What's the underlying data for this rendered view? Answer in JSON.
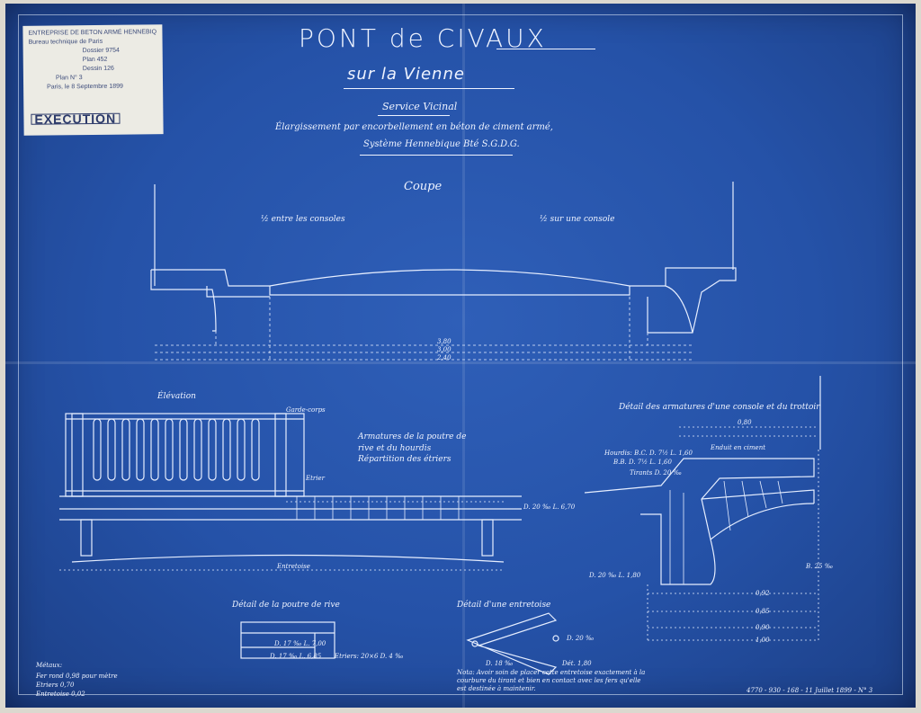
{
  "stamp": {
    "lines": [
      "ENTREPRISE DE BETON ARMÉ HENNEBIQUE",
      "Bureau technique de Paris",
      "Dossier 9754",
      "Plan 452",
      "Dessin 126",
      "Plan N° 3",
      "Paris, le 8 Septembre 1899"
    ],
    "status": "EXECUTION"
  },
  "header": {
    "title": "PONT de CIVAUX",
    "subtitle": "sur la Vienne",
    "service": "Service Vicinal",
    "description_line1": "Élargissement par encorbellement en béton de ciment armé,",
    "description_line2": "Système Hennebique Bté S.G.D.G."
  },
  "section": {
    "title": "Coupe",
    "left_label": "½ entre les consoles",
    "right_label": "½ sur une console",
    "dims": [
      "3,80",
      "3,00",
      "2,40"
    ]
  },
  "elevation": {
    "title": "Élévation",
    "label_armatures": "Armatures de la poutre de rive et du hourdis",
    "label_repartition": "Répartition des étriers",
    "label_entretoise": "Entretoise",
    "dim_bar": "D. 20 ‰ L. 6,70",
    "tag_etrier": "Etrier",
    "tag_garde": "Garde-corps"
  },
  "detail_console": {
    "title": "Détail des armatures d'une console et du trottoir",
    "label_enduit": "Enduit en ciment",
    "label_hourdis": "Hourdis: B.C. D. 7½ L. 1,60",
    "label_bb": "B.B. D. 7½ L. 1,60",
    "label_tirants": "Tirants D. 20 ‰",
    "dim_top": "0,80",
    "dim_d": "D. 20 ‰ L. 1,80",
    "dim_b": "B. 25 ‰",
    "dims_bottom": [
      "0,92",
      "0,85",
      "0,90",
      "1,00"
    ]
  },
  "detail_poutre": {
    "title": "Détail de la poutre de rive",
    "a": "D. 17 ‰ L. 7,00",
    "b": "D. 17 ‰ L. 6,85",
    "c": "Etriers: 20×6 D. 4 ‰"
  },
  "detail_entretoise": {
    "title": "Détail d'une entretoise",
    "d1": "D. 20 ‰",
    "d2": "D. 18 ‰",
    "d3": "Dét. 1,80",
    "note": "Nota: Avoir soin de placer cette entretoise exactement à la courbure du tirant et bien en contact avec les fers qu'elle est destinée à maintenir."
  },
  "legend": {
    "heading": "Métaux:",
    "rows": [
      "Fer rond 0,98 pour mètre",
      "Etriers 0,70",
      "Entretoise 0,02"
    ]
  },
  "footer": {
    "ref": "4770 - 930 - 168 - 11 Juillet 1899 - N° 3"
  }
}
